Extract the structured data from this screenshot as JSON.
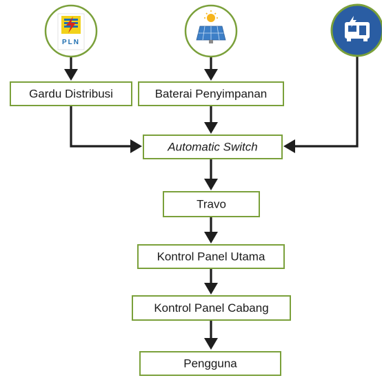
{
  "sources": {
    "pln": {
      "logo_text": "PLN",
      "icon": "pln-logo-icon"
    },
    "solar": {
      "icon": "solar-panel-icon"
    },
    "generator": {
      "icon": "generator-icon"
    }
  },
  "nodes": {
    "gardu_distribusi": "Gardu Distribusi",
    "baterai_penyimpanan": "Baterai Penyimpanan",
    "automatic_switch": "Automatic Switch",
    "travo": "Travo",
    "kontrol_panel_utama": "Kontrol Panel Utama",
    "kontrol_panel_cabang": "Kontrol Panel Cabang",
    "pengguna": "Pengguna"
  },
  "colors": {
    "border_green": "#7aa03a",
    "arrow": "#1e1e1e",
    "pln_yellow": "#f2d21b",
    "pln_red": "#d8261e",
    "pln_blue": "#1f6fb0",
    "solar_blue": "#3d7fc7",
    "sun_yellow": "#f6b41c",
    "generator_blue": "#2a5da3"
  }
}
